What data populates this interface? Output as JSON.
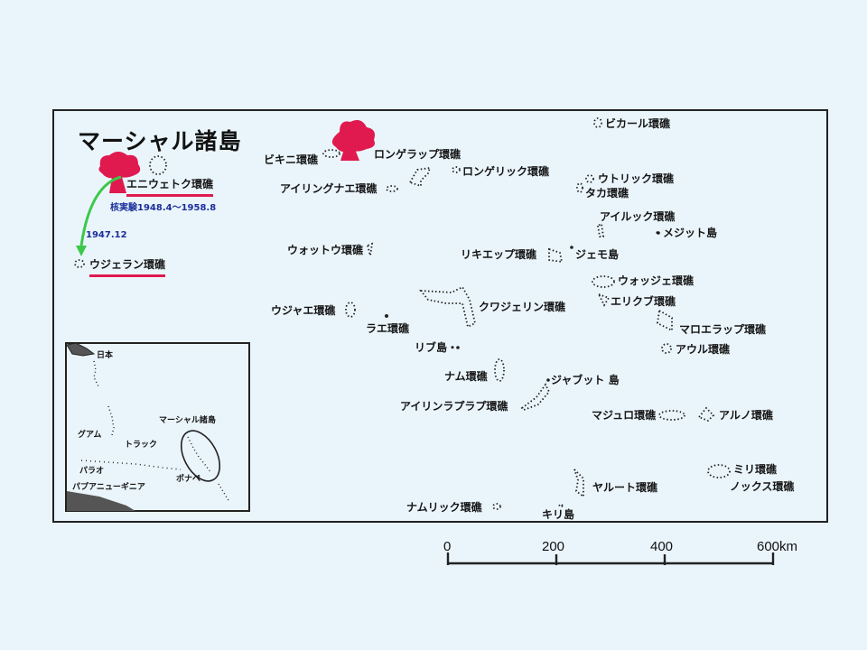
{
  "map": {
    "title": "マーシャル諸島",
    "colors": {
      "background": "#eaf5fb",
      "frame": "#222222",
      "mushroom_cloud": "#e0194f",
      "underline": "#e0194f",
      "arrow": "#3cc84a",
      "annotation_text": "#1a2e9a"
    },
    "labels": {
      "bikini": "ビキニ環礁",
      "enewetak": "エニウェトク環礁",
      "ujelang": "ウジェラン環礁",
      "rongelap": "ロンゲラップ環礁",
      "rongerik": "ロンゲリック環礁",
      "ailinginae": "アイリングナエ環礁",
      "bikar": "ビカール環礁",
      "utirik": "ウトリック環礁",
      "taka": "タカ環礁",
      "ailuk": "アイルック環礁",
      "mejit": "・メジット島",
      "wotho": "ウォットウ環礁",
      "likiep": "リキエップ環礁",
      "jemo": "ジェモ島",
      "wotje": "ウォッジェ環礁",
      "erikub": "エリクブ環礁",
      "ujae": "ウジャエ環礁",
      "lae": "ラエ環礁",
      "kwajalein": "クワジェリン環礁",
      "maloelap": "マロエラップ環礁",
      "aur": "アウル環礁",
      "lib": "リブ島・",
      "namu": "ナム環礁",
      "jabwot": "ジャブット 島",
      "ailinglaplap": "アイリンラプラプ環礁",
      "majuro": "マジュロ環礁",
      "arno": "アルノ環礁",
      "mili": "ミリ環礁",
      "knox": "ノックス環礁",
      "jaluit": "ヤルート環礁",
      "namorik": "ナムリック環礁",
      "kili": "キリ島"
    },
    "annotations": {
      "nuclear_tests": "核実験1948.4～1958.8",
      "relocation_date": "1947.12"
    },
    "inset": {
      "japan": "日本",
      "guam": "グアム",
      "truk": "トラック",
      "palau": "パラオ",
      "pohnpei": "ポナペ",
      "png": "パプアニューギニア",
      "marshall": "マーシャル諸島"
    },
    "scale_bar": {
      "ticks": [
        "0",
        "200",
        "400",
        "600km"
      ]
    }
  }
}
